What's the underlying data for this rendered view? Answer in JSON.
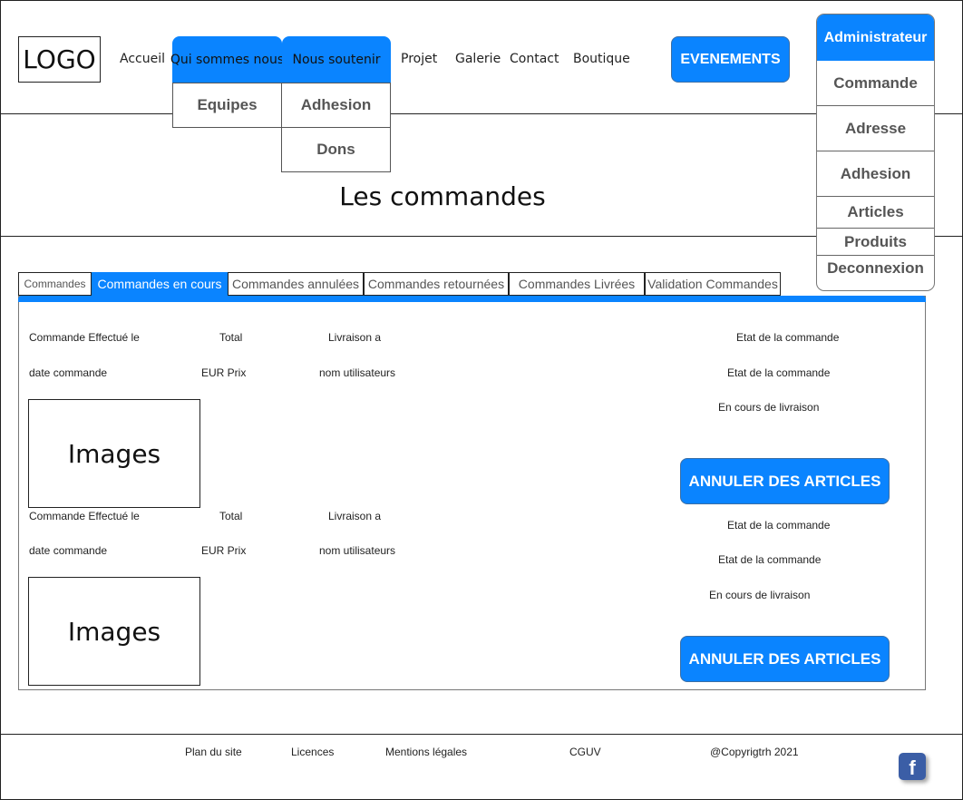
{
  "header": {
    "logo": "LOGO",
    "nav": {
      "accueil": "Accueil",
      "qui_sommes_nous": "Qui sommes nous",
      "nous_soutenir": "Nous soutenir",
      "projet": "Projet",
      "galerie": "Galerie",
      "contact": "Contact",
      "boutique": "Boutique"
    },
    "dropdown_qui": [
      "Equipes"
    ],
    "dropdown_soutenir": [
      "Adhesion",
      "Dons"
    ],
    "events_button": "EVENEMENTS"
  },
  "admin_menu": {
    "title": "Administrateur",
    "items": [
      "Commande",
      "Adresse",
      "Adhesion",
      "Articles",
      "Produits",
      "Deconnexion"
    ]
  },
  "page_title": "Les commandes",
  "tabs": [
    {
      "label": "Commandes",
      "active": false
    },
    {
      "label": "Commandes en cours",
      "active": true
    },
    {
      "label": "Commandes annulées",
      "active": false
    },
    {
      "label": "Commandes retournées",
      "active": false
    },
    {
      "label": "Commandes Livrées",
      "active": false
    },
    {
      "label": "Validation Commandes",
      "active": false
    }
  ],
  "orders": [
    {
      "col_date_label": "Commande Effectué le",
      "col_total_label": "Total",
      "col_delivery_label": "Livraison a",
      "status_label": "Etat de la commande",
      "date_value": "date commande",
      "total_value": "EUR Prix",
      "delivery_value": "nom utilisateurs",
      "status_value": "Etat de la commande",
      "status_detail": "En cours de livraison",
      "image_placeholder": "Images",
      "cancel_button": "ANNULER DES ARTICLES"
    },
    {
      "col_date_label": "Commande Effectué le",
      "col_total_label": "Total",
      "col_delivery_label": "Livraison a",
      "status_label": "Etat de la commande",
      "date_value": "date commande",
      "total_value": "EUR Prix",
      "delivery_value": "nom utilisateurs",
      "status_value": "Etat de la commande",
      "status_detail": "En cours de livraison",
      "image_placeholder": "Images",
      "cancel_button": "ANNULER DES ARTICLES"
    }
  ],
  "footer": {
    "plan": "Plan du site",
    "licences": "Licences",
    "mentions": "Mentions légales",
    "cguv": "CGUV",
    "copyright": "@Copyrigtrh 2021",
    "facebook_icon": "f"
  },
  "colors": {
    "accent": "#0a84ff",
    "facebook": "#3b5ea6"
  }
}
